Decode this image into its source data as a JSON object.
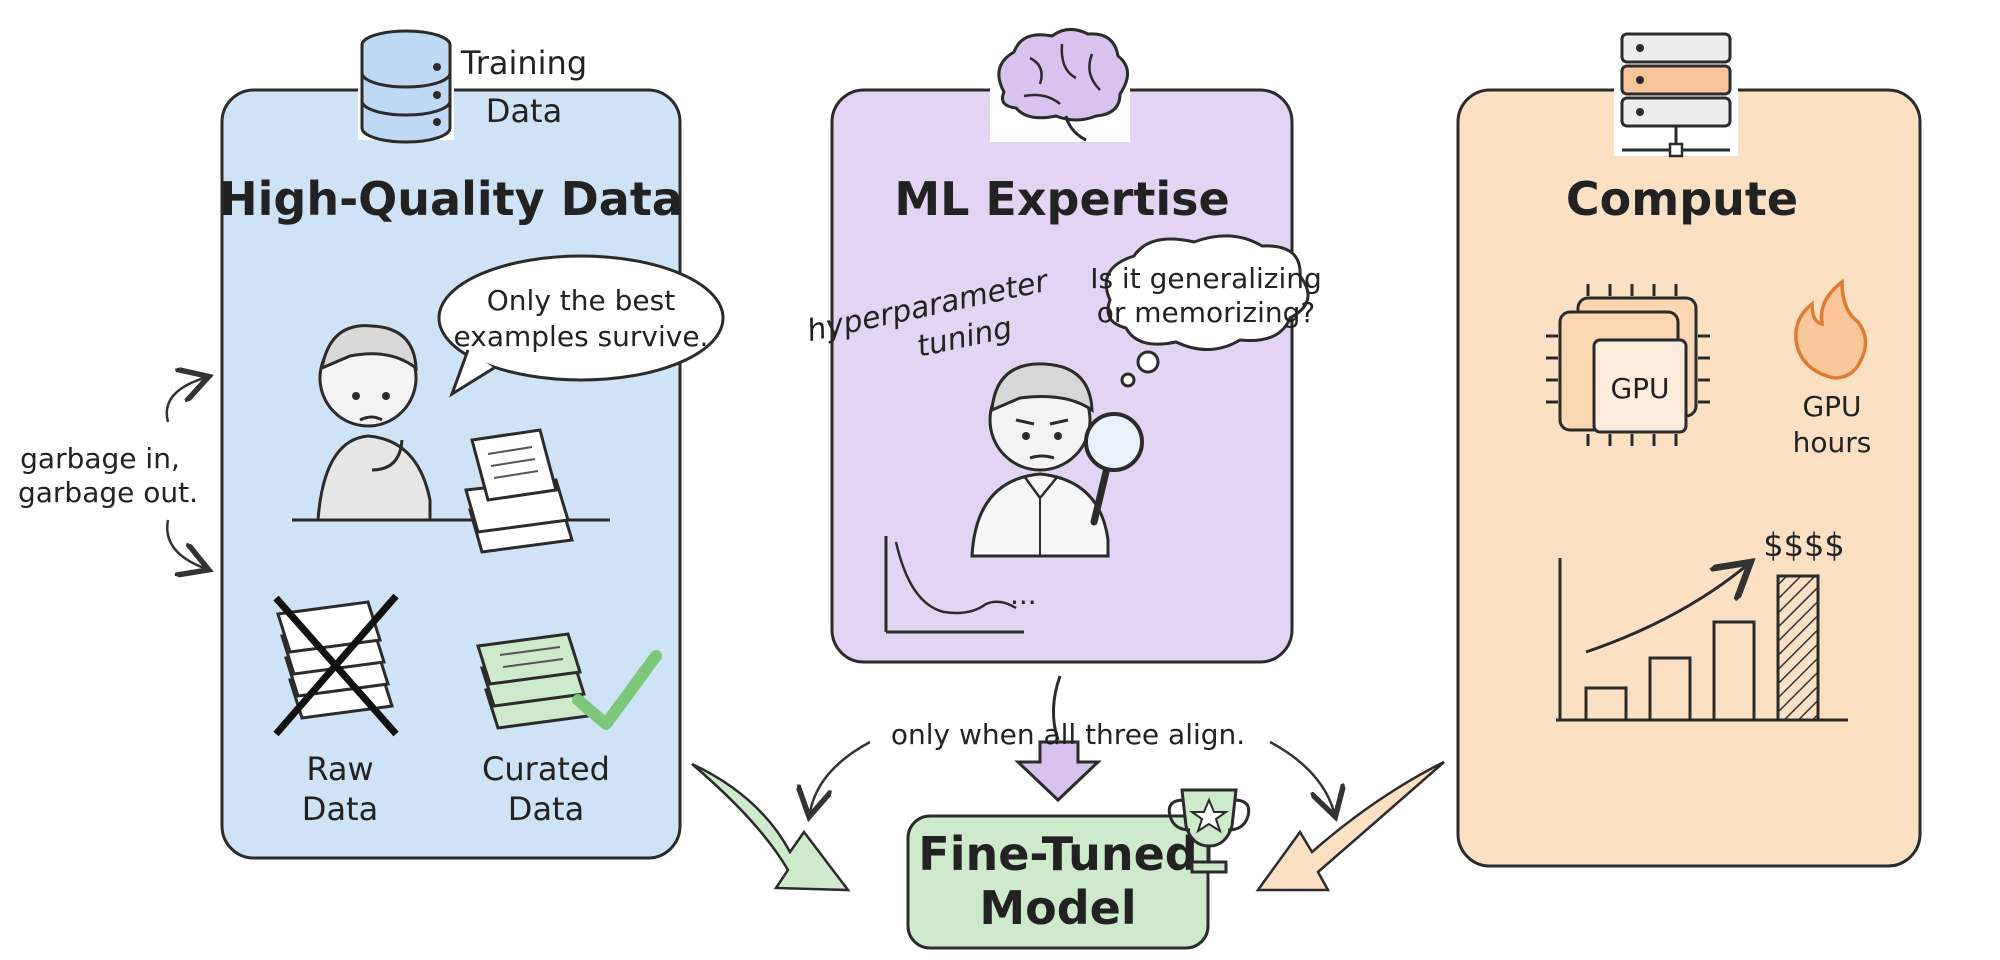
{
  "panels": {
    "data": {
      "header_label_line1": "Training",
      "header_label_line2": "Data",
      "title": "High-Quality Data",
      "speech_line1": "Only the best",
      "speech_line2": "examples survive.",
      "side_note_line1": "garbage in,",
      "side_note_line2": "garbage out.",
      "raw_label_line1": "Raw",
      "raw_label_line2": "Data",
      "curated_label_line1": "Curated",
      "curated_label_line2": "Data",
      "color": "#cfe3f7"
    },
    "expertise": {
      "title": "ML Expertise",
      "note_line1": "hyperparameter",
      "note_line2": "tuning",
      "thought_line1": "Is it generalizing",
      "thought_line2": "or memorizing?",
      "plot_tail": "...",
      "color": "#e3d4f3"
    },
    "compute": {
      "title": "Compute",
      "chip_label": "GPU",
      "hours_line1": "GPU",
      "hours_line2": "hours",
      "cost_label": "$$$$",
      "color": "#fbe0c4"
    }
  },
  "center": {
    "align_note": "only when all three align.",
    "result_line1": "Fine-Tuned",
    "result_line2": "Model",
    "result_color": "#cdeacb"
  },
  "icons": [
    "database-icon",
    "brain-icon",
    "server-icon",
    "trophy-icon",
    "fire-icon",
    "check-icon",
    "magnifier-icon",
    "gpu-chip-icon"
  ]
}
